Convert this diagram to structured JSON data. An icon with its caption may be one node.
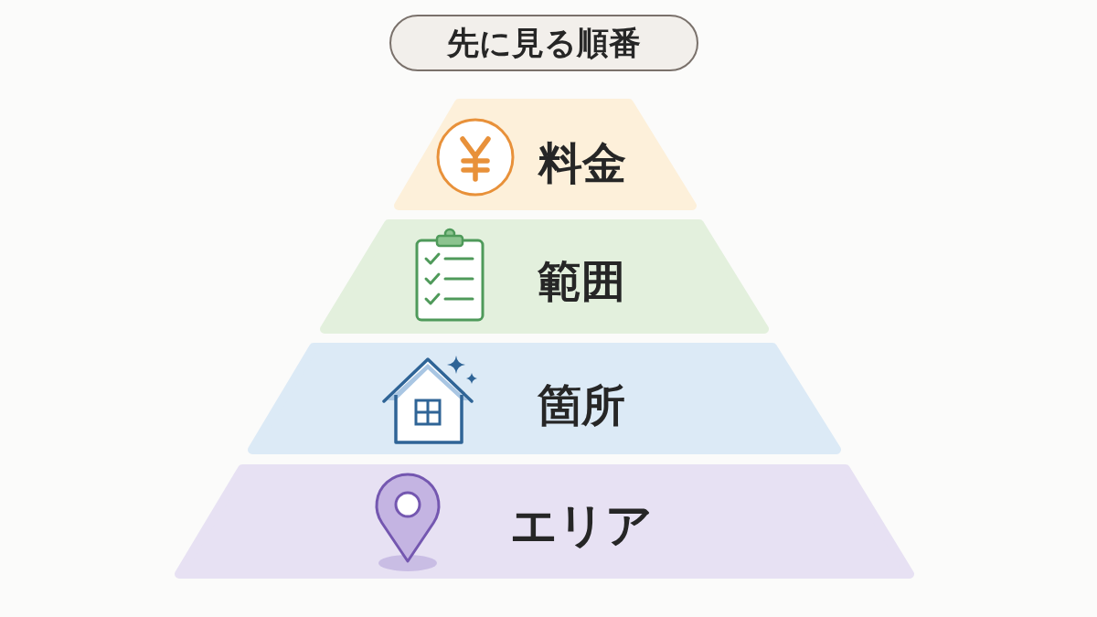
{
  "diagram": {
    "title": "先に見る順番",
    "nodes": [
      {
        "text": [
          "料金"
        ]
      },
      {
        "text": [
          "範囲"
        ]
      },
      {
        "text": [
          "箇所"
        ]
      },
      {
        "text": [
          "エリア"
        ]
      }
    ]
  }
}
